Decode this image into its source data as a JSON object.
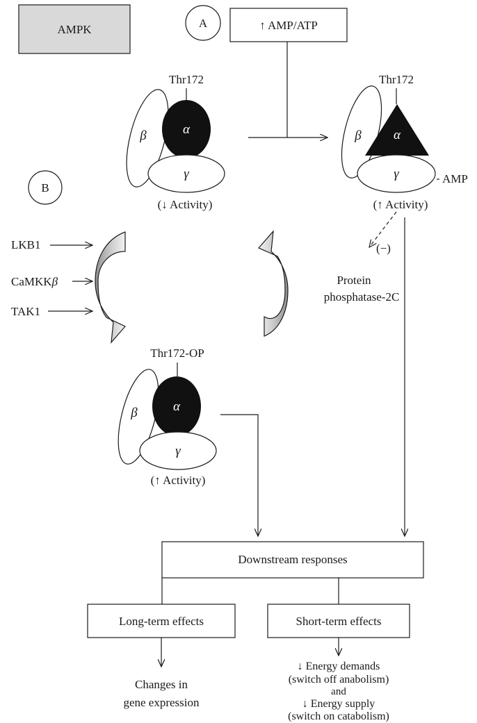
{
  "legend": {
    "ampk_label": "AMPK",
    "swatch_color": "#d9d9d9"
  },
  "panels": {
    "a_label": "A",
    "b_label": "B"
  },
  "trigger": {
    "text": "↑ AMP/ATP"
  },
  "complexes": {
    "inactive": {
      "site": "Thr172",
      "activity": "(↓ Activity)"
    },
    "amp_bound": {
      "site": "Thr172",
      "activity": "(↑ Activity)",
      "ligand": "AMP"
    },
    "phosphorylated": {
      "site": "Thr172-OP",
      "activity": "(↑ Activity)"
    },
    "subunits": {
      "alpha": "α",
      "beta": "β",
      "gamma": "γ"
    }
  },
  "kinases": [
    {
      "id": "lkb1",
      "label": "LKB1"
    },
    {
      "id": "camkkb",
      "label": "CaMKKβ"
    },
    {
      "id": "tak1",
      "label": "TAK1"
    }
  ],
  "phosphatase": {
    "line1": "Protein",
    "line2": "phosphatase-2C",
    "effect": "(−)"
  },
  "downstream": {
    "label": "Downstream responses"
  },
  "long_term": {
    "label": "Long-term effects",
    "outcome_line1": "Changes in",
    "outcome_line2": "gene expression"
  },
  "short_term": {
    "label": "Short-term effects",
    "outcome_line1": "↓ Energy demands",
    "outcome_line2": "(switch off anabolism)",
    "outcome_line3": "and",
    "outcome_line4": "↓ Energy supply",
    "outcome_line5": "(switch on catabolism)"
  },
  "colors": {
    "ink": "#1a1a1a",
    "curl_light": "#e6e6e6",
    "curl_dark": "#a8a8a8"
  }
}
